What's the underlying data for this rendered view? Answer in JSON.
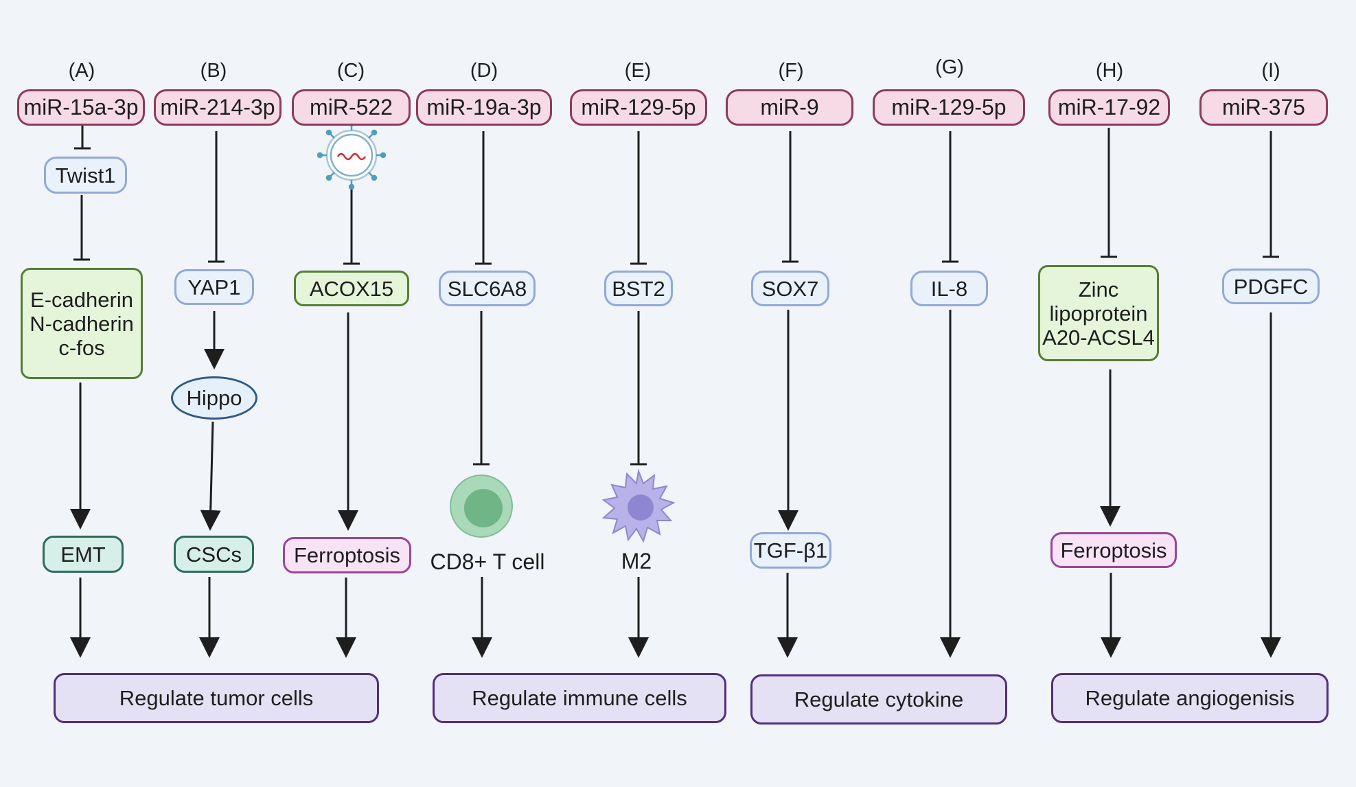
{
  "columns": [
    {
      "letter": "(A)",
      "mirna": "miR-15a-3p"
    },
    {
      "letter": "(B)",
      "mirna": "miR-214-3p"
    },
    {
      "letter": "(C)",
      "mirna": "miR-522"
    },
    {
      "letter": "(D)",
      "mirna": "miR-19a-3p"
    },
    {
      "letter": "(E)",
      "mirna": "miR-129-5p"
    },
    {
      "letter": "(F)",
      "mirna": "miR-9"
    },
    {
      "letter": "(G)",
      "mirna": "miR-129-5p"
    },
    {
      "letter": "(H)",
      "mirna": "miR-17-92"
    },
    {
      "letter": "(I)",
      "mirna": "miR-375"
    }
  ],
  "nodes": {
    "twist1": "Twist1",
    "cadherin": [
      "E-cadherin",
      "N-cadherin",
      "c-fos"
    ],
    "emt": "EMT",
    "yap1": "YAP1",
    "hippo": "Hippo",
    "cscs": "CSCs",
    "acox15": "ACOX15",
    "ferroptosis_c": "Ferroptosis",
    "slc6a8": "SLC6A8",
    "cd8_label": "CD8+ T cell",
    "bst2": "BST2",
    "m2_label": "M2",
    "sox7": "SOX7",
    "tgfb1": "TGF-β1",
    "il8": "IL-8",
    "zinc": [
      "Zinc",
      "lipoprotein",
      "A20-ACSL4"
    ],
    "ferroptosis_h": "Ferroptosis",
    "pdgfc": "PDGFC"
  },
  "outcomes": {
    "tumor": "Regulate tumor cells",
    "immune": "Regulate immune cells",
    "cytokine": "Regulate cytokine",
    "angio": "Regulate angiogenisis"
  },
  "icons": [
    "exosome-icon",
    "t-cell-icon",
    "macrophage-icon"
  ],
  "colors": {
    "mirna_fill": "#f6dbe6",
    "mirna_border": "#8e3a5b",
    "gene_fill": "#e9f1fa",
    "gene_border": "#93a9d6",
    "green_fill": "#e4f5da",
    "green_border": "#557e34",
    "outcome_fill": "#e5e1f5",
    "outcome_border": "#522e7e",
    "background": "#f1f4f9"
  }
}
